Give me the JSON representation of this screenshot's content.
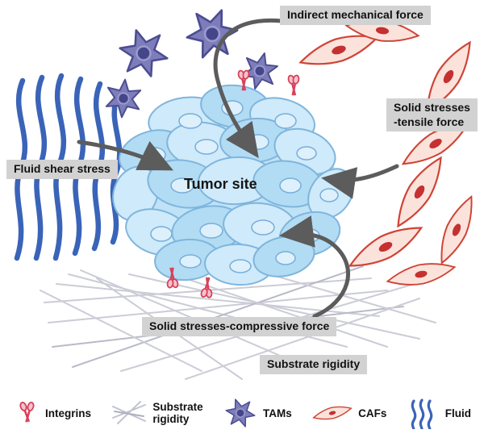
{
  "diagram": {
    "tumor_label": "Tumor site",
    "labels": {
      "indirect_force": "Indirect mechanical force",
      "tensile": "Solid stresses\n-tensile force",
      "fluid_shear": "Fluid shear stress",
      "compressive": "Solid stresses-compressive force",
      "substrate": "Substrate rigidity"
    }
  },
  "legend": [
    {
      "name": "integrins",
      "label": "Integrins"
    },
    {
      "name": "substrate-rigidity",
      "label": "Substrate\nrigidity"
    },
    {
      "name": "tams",
      "label": "TAMs"
    },
    {
      "name": "cafs",
      "label": "CAFs"
    },
    {
      "name": "fluid",
      "label": "Fluid"
    }
  ],
  "colors": {
    "label_bg": "#d2d2d2",
    "fluid": "#3a64b8",
    "tam_body": "#7d7dba",
    "tam_nucleus": "#45458a",
    "caf_outline": "#cf4436",
    "caf_body": "#fbe3dc",
    "tumor_cell": "#c7e6f8",
    "tumor_outline": "#7fb5dd",
    "integrin": "#d8415a",
    "substrate_line": "#cbccd6",
    "arrow": "#5c5c5c"
  }
}
